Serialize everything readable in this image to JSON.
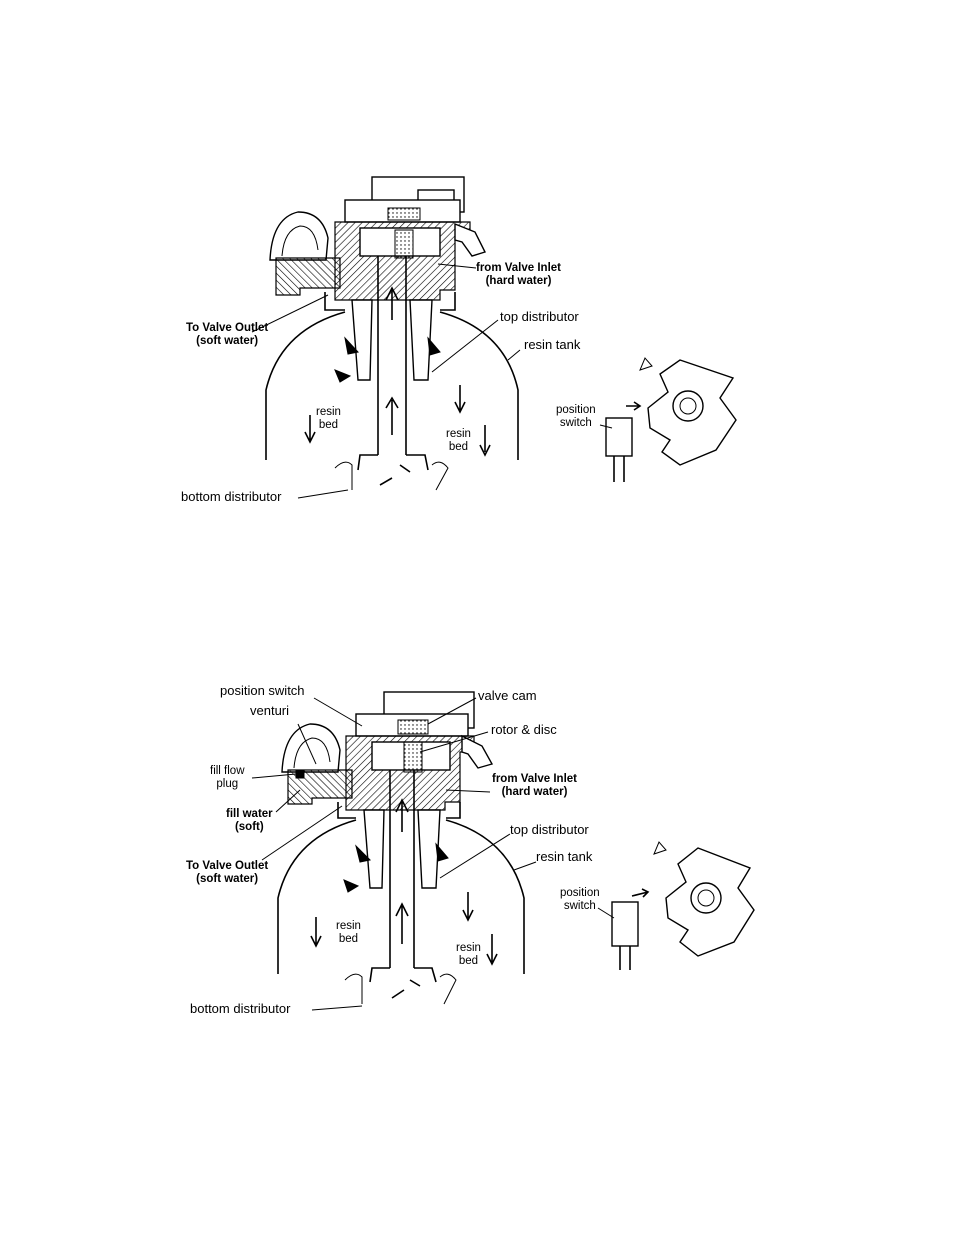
{
  "panels": [
    {
      "labels": {
        "from_valve_inlet": [
          "from Valve Inlet",
          "(hard water)"
        ],
        "to_valve_outlet": [
          "To Valve Outlet",
          "(soft water)"
        ],
        "top_distributor": "top distributor",
        "resin_tank": "resin tank",
        "resin_bed_left": [
          "resin",
          "bed"
        ],
        "resin_bed_right": [
          "resin",
          "bed"
        ],
        "bottom_distributor": "bottom distributor",
        "position_switch": [
          "position",
          "switch"
        ]
      }
    },
    {
      "labels": {
        "position_switch_top": "position switch",
        "venturi": "venturi",
        "valve_cam": "valve cam",
        "rotor_disc": "rotor & disc",
        "fill_flow_plug": [
          "fill flow",
          "plug"
        ],
        "fill_water": [
          "fill water",
          "(soft)"
        ],
        "from_valve_inlet": [
          "from Valve Inlet",
          "(hard water)"
        ],
        "top_distributor": "top distributor",
        "to_valve_outlet": [
          "To Valve Outlet",
          "(soft water)"
        ],
        "resin_tank": "resin tank",
        "resin_bed_left": [
          "resin",
          "bed"
        ],
        "resin_bed_right": [
          "resin",
          "bed"
        ],
        "bottom_distributor": "bottom distributor",
        "position_switch": [
          "position",
          "switch"
        ]
      }
    }
  ]
}
